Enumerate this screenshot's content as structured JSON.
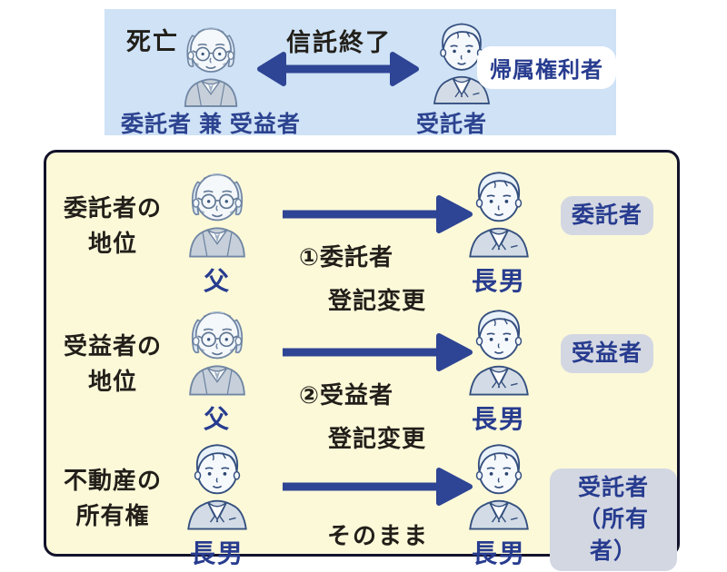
{
  "colors": {
    "top_panel_bg": "#cfe2f6",
    "main_panel_bg": "#fcf9d9",
    "main_panel_border": "#12122b",
    "navy_text": "#273c8f",
    "arrow_navy": "#2e4494",
    "black_text": "#221f1a",
    "badge_gray_bg": "#d3d7e2",
    "badge_white_bg": "#ffffff"
  },
  "top_panel": {
    "death_label": "死亡",
    "arrow_label": "信託終了",
    "left_person_role": "委託者 兼 受益者",
    "right_person_role": "受託者",
    "right_badge": "帰属権利者"
  },
  "main_panel": {
    "rows": [
      {
        "label_line1": "委託者の",
        "label_line2": "地位",
        "from_name": "父",
        "arrow_caption_line1": "①委託者",
        "arrow_caption_line2": "登記変更",
        "to_name": "長男",
        "badge_line1": "委託者",
        "badge_line2": ""
      },
      {
        "label_line1": "受益者の",
        "label_line2": "地位",
        "from_name": "父",
        "arrow_caption_line1": "②受益者",
        "arrow_caption_line2": "登記変更",
        "to_name": "長男",
        "badge_line1": "受益者",
        "badge_line2": ""
      },
      {
        "label_line1": "不動産の",
        "label_line2": "所有権",
        "from_name": "長男",
        "arrow_caption_line1": "そのまま",
        "arrow_caption_line2": "",
        "to_name": "長男",
        "badge_line1": "受託者",
        "badge_line2": "（所有者）"
      }
    ]
  }
}
